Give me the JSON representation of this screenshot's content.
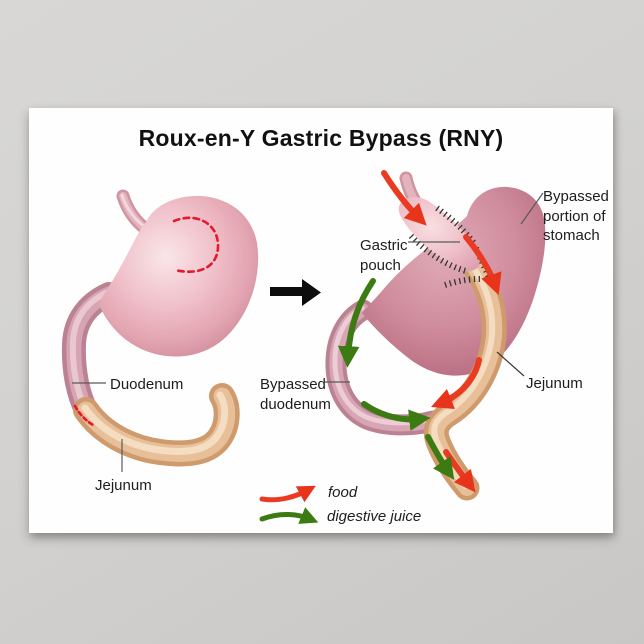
{
  "window": {
    "background_color": "#d3d1cf"
  },
  "poster": {
    "title": "Roux-en-Y Gastric Bypass (RNY)",
    "before_diagram": {
      "labels": {
        "duodenum": "Duodenum",
        "jejunum": "Jejunum"
      },
      "cut_line_color": "#e5192e"
    },
    "transform_arrow_icon": "black-right-arrow",
    "after_diagram": {
      "labels": {
        "gastric_pouch": "Gastric pouch",
        "bypassed_stomach": "Bypassed portion of stomach",
        "bypassed_duodenum": "Bypassed duodenum",
        "jejunum": "Jejunum"
      }
    },
    "legend": {
      "items": [
        {
          "label": "food",
          "arrow_color": "#ea3b22",
          "icon": "red-curved-arrow"
        },
        {
          "label": "digestive juice",
          "arrow_color": "#3c7a12",
          "icon": "green-curved-arrow"
        }
      ]
    },
    "colors": {
      "stomach_pink": "#eab3be",
      "bypassed_stomach_mauve": "#c27d90",
      "intestine_tan": "#e7c099",
      "duodenum_pink": "#d6a4b2",
      "food_arrow_red": "#ea3b22",
      "digestive_juice_green": "#3c7a12",
      "cut_line_red": "#e5192e"
    }
  }
}
